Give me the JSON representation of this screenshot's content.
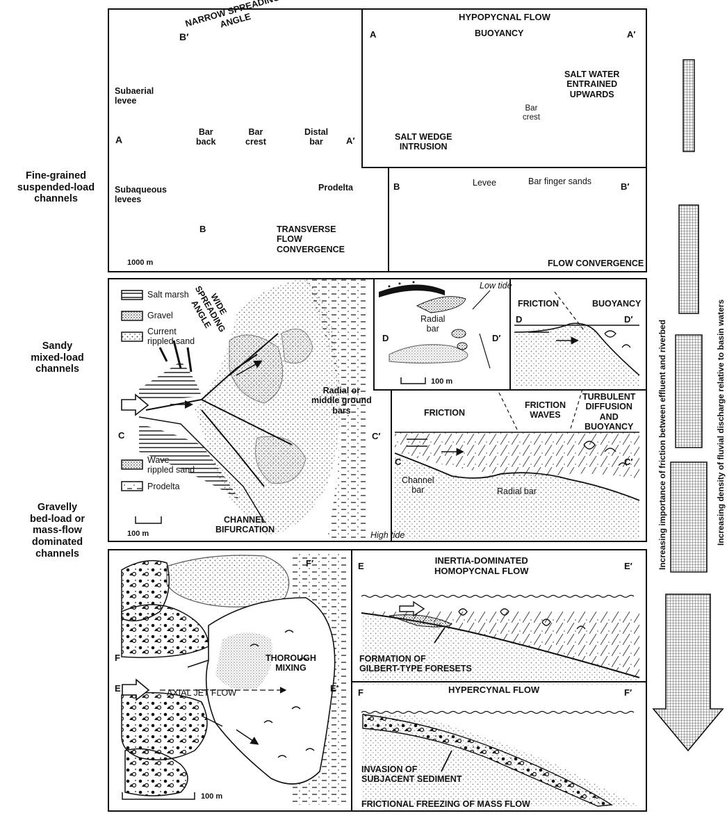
{
  "side_labels": {
    "fine": "Fine-grained\nsuspended-load\nchannels",
    "sandy": "Sandy\nmixed-load\nchannels",
    "gravelly": "Gravelly\nbed-load or\nmass-flow\ndominated\nchannels"
  },
  "panel1": {
    "map": {
      "b_prime": "B′",
      "spreading": "NARROW SPREADING\nANGLE",
      "subaerial_levee": "Subaerial\nlevee",
      "a": "A",
      "bar_back": "Bar\nback",
      "bar_crest": "Bar\ncrest",
      "distal_bar": "Distal\nbar",
      "a_prime": "A′",
      "subaqueous_levees": "Subaqueous\nlevees",
      "prodelta": "Prodelta",
      "b": "B",
      "transverse": "TRANSVERSE\nFLOW\nCONVERGENCE",
      "scale": "1000 m"
    },
    "section_a": {
      "title": "HYPOPYCNAL FLOW",
      "a": "A",
      "a_prime": "A′",
      "buoyancy": "BUOYANCY",
      "salt_water": "SALT WATER\nENTRAINED\nUPWARDS",
      "bar_crest": "Bar\ncrest",
      "salt_wedge": "SALT WEDGE\nINTRUSION"
    },
    "section_b": {
      "b": "B",
      "b_prime": "B′",
      "levee": "Levee",
      "bar_finger": "Bar finger sands",
      "flow_conv": "FLOW CONVERGENCE"
    }
  },
  "panel2": {
    "legend": [
      {
        "label": "Salt marsh"
      },
      {
        "label": "Gravel"
      },
      {
        "label": "Current\nrippled sand"
      },
      {
        "label": "Wave\nrippled sand"
      },
      {
        "label": "Prodelta"
      }
    ],
    "map": {
      "wide": "WIDE\nSPREADING\nANGLE",
      "c": "C",
      "c_prime": "C′",
      "radial": "Radial or\nmiddle ground\nbars",
      "bifurcation": "CHANNEL\nBIFURCATION",
      "high_tide": "High tide",
      "scale": "100 m"
    },
    "inset_d": {
      "low_tide": "Low tide",
      "radial_bar": "Radial\nbar",
      "d": "D",
      "d_prime": "D′",
      "scale": "100 m"
    },
    "section_d": {
      "friction": "FRICTION",
      "buoyancy": "BUOYANCY",
      "d": "D",
      "d_prime": "D′"
    },
    "section_c": {
      "friction": "FRICTION",
      "friction_waves": "FRICTION\nWAVES",
      "turbulent": "TURBULENT\nDIFFUSION\nAND\nBUOYANCY",
      "c": "C",
      "c_prime": "C′",
      "channel_bar": "Channel\nbar",
      "radial_bar": "Radial bar"
    }
  },
  "panel3": {
    "map": {
      "f": "F",
      "f_prime": "F′",
      "e": "E",
      "e_prime": "E′",
      "thorough": "THOROUGH\nMIXING",
      "axial": "AXIAL JET FLOW",
      "scale": "100 m"
    },
    "section_e": {
      "e": "E",
      "e_prime": "E′",
      "title": "INERTIA-DOMINATED\nHOMOPYCNAL FLOW",
      "formation": "FORMATION OF\nGILBERT-TYPE FORESETS"
    },
    "section_f": {
      "f": "F",
      "f_prime": "F′",
      "title": "HYPERCYNAL FLOW",
      "invasion": "INVASION OF\nSUBJACENT SEDIMENT",
      "freezing": "FRICTIONAL FREEZING OF MASS FLOW"
    }
  },
  "right_axis": {
    "friction": "Increasing importance of friction between effluent and riverbed",
    "density": "Increasing density of fluvial discharge relative to basin waters"
  }
}
